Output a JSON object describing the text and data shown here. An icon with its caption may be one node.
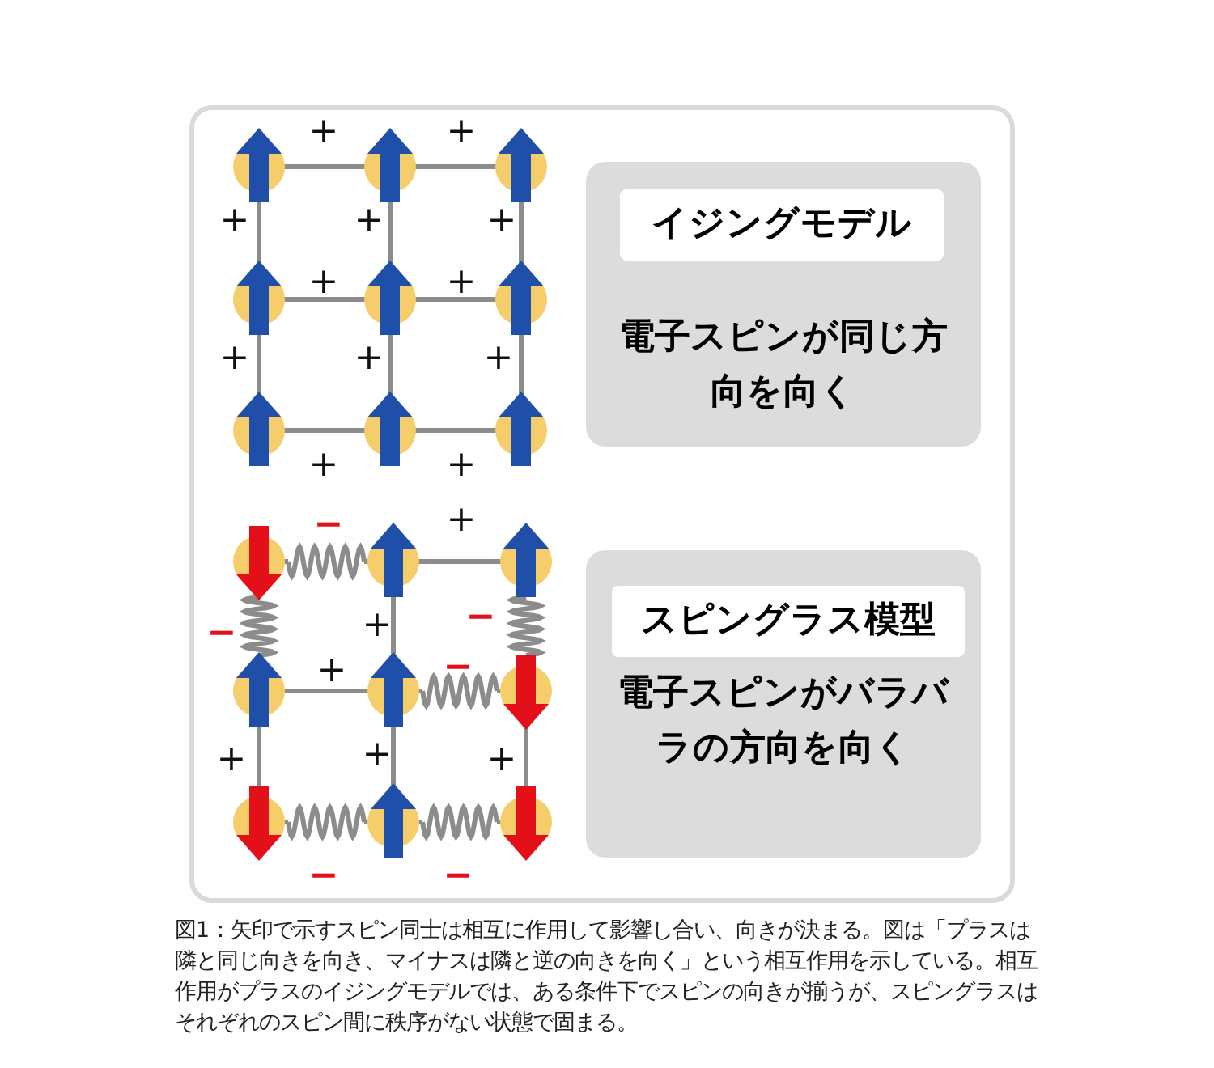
{
  "diagram": {
    "caption": "図1：矢印で示すスピン同士は相互に作用して影響し合い、向きが決まる。図は「プラスは隣と同じ向きを向き、マイナスは隣と逆の向きを向く」という相互作用を示している。相互作用がプラスのイジングモデルでは、ある条件下でスピンの向きが揃うが、スピングラスはそれぞれのスピン間に秩序がない状態で固まる。",
    "nodes": [
      {
        "text": [
          "電子スピンが同じ方向を向く"
        ]
      },
      {
        "text": [
          "イジングモデル"
        ],
        "in": 0
      },
      {
        "text": [
          "電子スピンがバラバラの方向を向く"
        ]
      },
      {
        "text": [
          "スピングラス模型"
        ],
        "in": 2
      }
    ],
    "labels": [
      "+",
      "+",
      "+",
      "+",
      "+",
      "+",
      "+",
      "+",
      "+",
      "+",
      "+",
      "+",
      "−",
      "+",
      "−",
      "+",
      "−",
      "+",
      "−",
      "+",
      "+",
      "+",
      "−",
      "−"
    ]
  }
}
